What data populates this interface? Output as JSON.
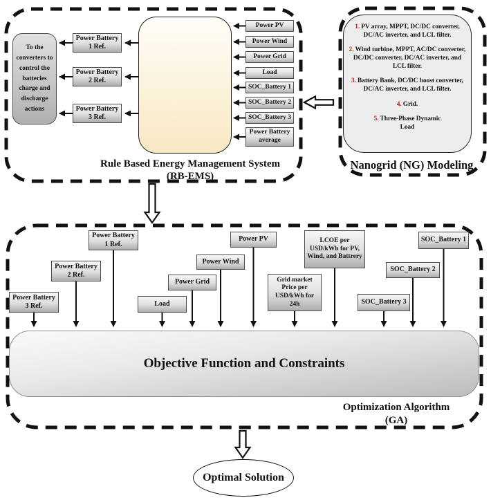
{
  "rbems": {
    "title_line1": "Rule Based Energy Management System",
    "title_line2": "(RB-EMS)",
    "converters_note": "To the converters to control the batteries charge and discharge actions",
    "outputs": [
      "Power Battery 1 Ref.",
      "Power Battery 2 Ref.",
      "Power Battery 3 Ref."
    ],
    "inputs": [
      "Power PV",
      "Power Wind",
      "Power Grid",
      "Load",
      "SOC_Battery 1",
      "SOC_Battery 2",
      "SOC_Battery 3",
      "Power Battery average"
    ]
  },
  "nanogrid": {
    "title": "Nanogrid (NG) Modeling",
    "items": [
      {
        "num": "1.",
        "text": "PV array, MPPT, DC/DC converter, DC/AC inverter, and LCL filter."
      },
      {
        "num": "2.",
        "text": "Wind turbine, MPPT, AC/DC converter, DC/DC converter, DC/AC inverter, and LCL filter."
      },
      {
        "num": "3.",
        "text": "Battery Bank, DC/DC boost converter, DC/AC inverter, and LCL filter."
      },
      {
        "num": "4.",
        "text": "Grid."
      },
      {
        "num": "5.",
        "text": "Three-Phase Dynamic Load"
      }
    ]
  },
  "optimization": {
    "title_line1": "Optimization Algorithm",
    "title_line2": "(GA)",
    "objective_label": "Objective Function  and Constraints",
    "inputs": [
      "Power Battery 3 Ref.",
      "Power Battery 2 Ref.",
      "Power Battery 1 Ref.",
      "Load",
      "Power Grid",
      "Power Wind",
      "Power PV",
      "Grid market Price per USD/kWh for 24h",
      "LCOE per USD/kWh for PV, Wind, and Battrery",
      "SOC_Battery 3",
      "SOC_Battery 2",
      "SOC_Battery 1"
    ]
  },
  "result": {
    "label": "Optimal Solution"
  },
  "colors": {
    "dash_border": "#111111",
    "box_border": "#4a4a4a",
    "list_number_red": "#cc1111",
    "cream_top": "#fefdf8",
    "cream_bottom": "#f8e7c2"
  }
}
